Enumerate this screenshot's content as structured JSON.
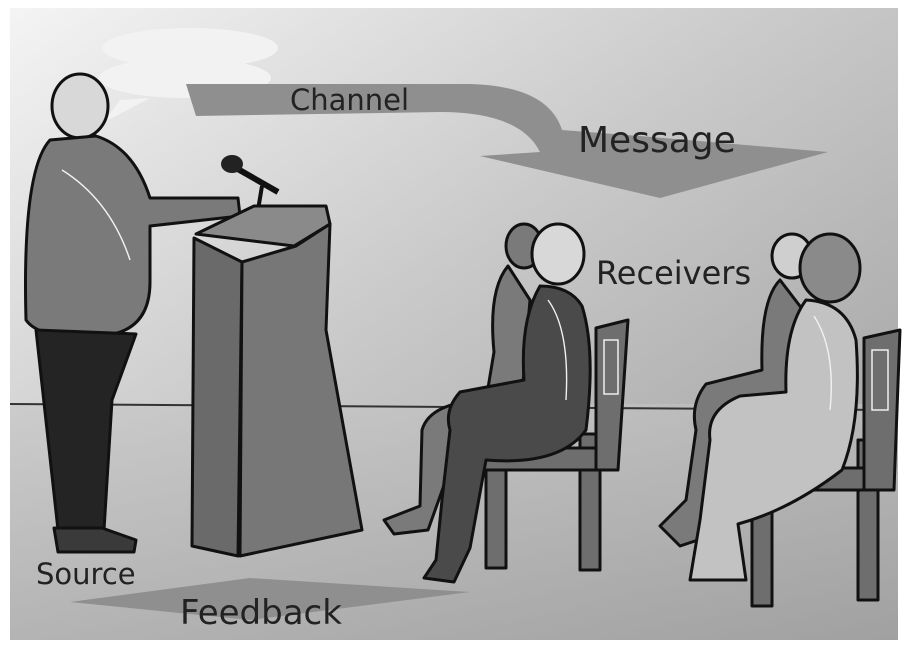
{
  "labels": {
    "channel": "Channel",
    "message": "Message",
    "receivers": "Receivers",
    "source": "Source",
    "feedback": "Feedback"
  },
  "colors": {
    "arrow": "#8f8f8f",
    "speech_bubble": "#f2f2f2",
    "figure_outline": "#111111",
    "text": "#222222"
  }
}
